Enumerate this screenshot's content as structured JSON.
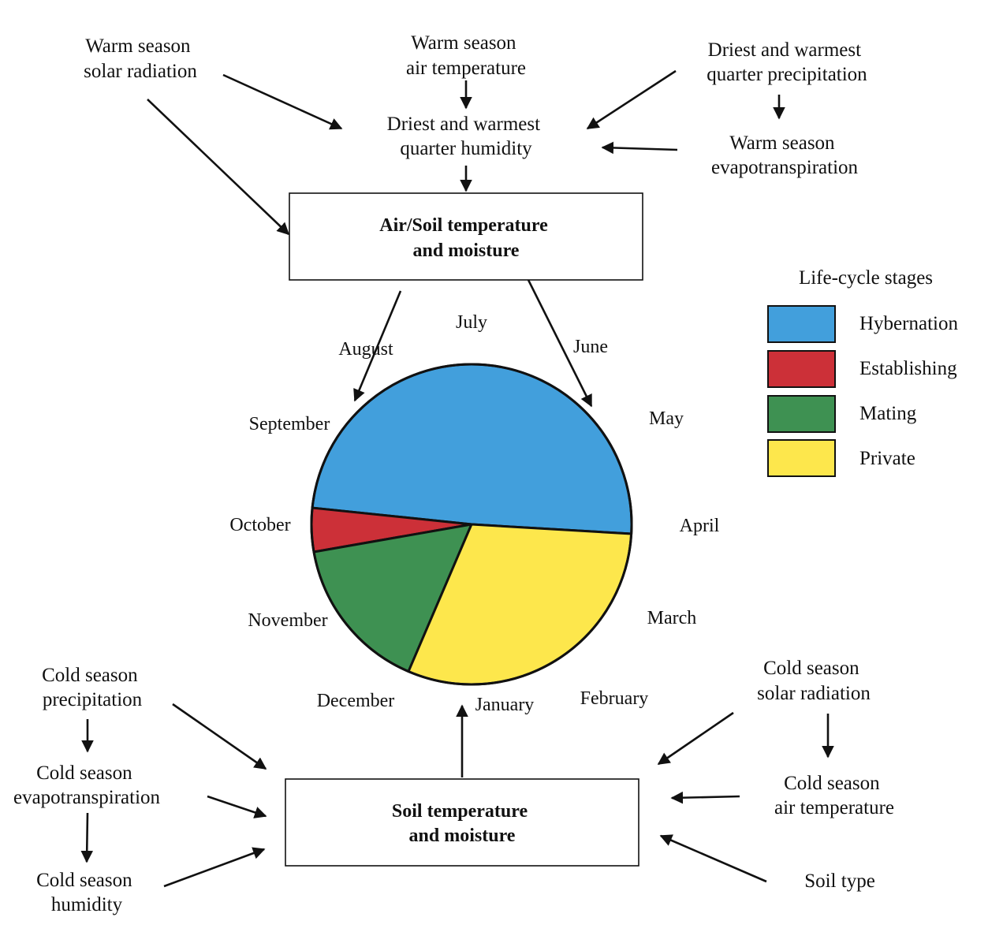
{
  "factors_top": {
    "warm_solar": [
      "Warm season",
      "solar radiation"
    ],
    "warm_air": [
      "Warm season",
      "air temperature"
    ],
    "driest_precip": [
      "Driest and warmest",
      "quarter precipitation"
    ],
    "driest_humidity": [
      "Driest and warmest",
      "quarter humidity"
    ],
    "warm_evapo": [
      "Warm season",
      "evapotranspiration"
    ]
  },
  "box_top": [
    "Air/Soil temperature",
    "and moisture"
  ],
  "box_bottom": [
    "Soil temperature",
    "and moisture"
  ],
  "factors_bottom": {
    "cold_precip": [
      "Cold season",
      "precipitation"
    ],
    "cold_evapo": [
      "Cold season",
      "evapotranspiration"
    ],
    "cold_humidity": [
      "Cold season",
      "humidity"
    ],
    "cold_solar": [
      "Cold season",
      "solar radiation"
    ],
    "cold_air": [
      "Cold season",
      "air temperature"
    ],
    "soil_type": [
      "Soil type"
    ]
  },
  "months": [
    "July",
    "June",
    "May",
    "April",
    "March",
    "February",
    "January",
    "December",
    "November",
    "October",
    "September",
    "August"
  ],
  "legend": {
    "title": "Life-cycle stages",
    "items": [
      {
        "label": "Hybernation",
        "color": "#429fdc"
      },
      {
        "label": "Establishing",
        "color": "#cc3038"
      },
      {
        "label": "Mating",
        "color": "#3e9152"
      },
      {
        "label": "Private",
        "color": "#fde74c"
      }
    ]
  },
  "chart_data": {
    "type": "pie",
    "categories": [
      "Hybernation",
      "Establishing",
      "Mating",
      "Private"
    ],
    "values": [
      49.3,
      4.4,
      15.8,
      30.5
    ],
    "colors": [
      "#429fdc",
      "#cc3038",
      "#3e9152",
      "#fde74c"
    ]
  }
}
